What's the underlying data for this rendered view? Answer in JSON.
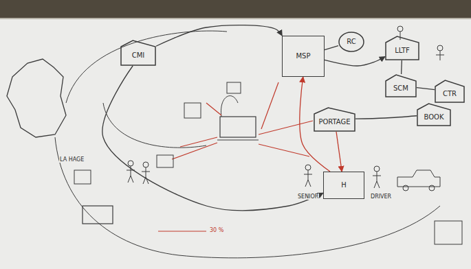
{
  "diagram": {
    "nodes": [
      {
        "text": [
          "CMI"
        ]
      },
      {
        "text": [
          "MSP"
        ]
      },
      {
        "text": [
          "RC"
        ]
      },
      {
        "text": [
          "LLTF"
        ]
      },
      {
        "text": [
          "SCM"
        ]
      },
      {
        "text": [
          "CTR"
        ]
      },
      {
        "text": [
          "PORTAGE"
        ]
      },
      {
        "text": [
          "BOOK"
        ]
      },
      {
        "text": [
          "H"
        ]
      }
    ],
    "edges": [
      {
        "from": 0,
        "to": 1,
        "arrow": "to"
      },
      {
        "from": 1,
        "to": 2,
        "arrow": "none"
      },
      {
        "from": 1,
        "to": 3,
        "arrow": "to"
      },
      {
        "from": 3,
        "to": 4,
        "arrow": "none"
      },
      {
        "from": 4,
        "to": 5,
        "arrow": "none"
      },
      {
        "from": 6,
        "to": 8,
        "arrow": "to"
      },
      {
        "from": 8,
        "to": 1,
        "arrow": "to"
      },
      {
        "from": 0,
        "to": 8,
        "arrow": "to"
      },
      {
        "from": 6,
        "to": 7,
        "arrow": "none"
      }
    ],
    "labels": [
      "LA HAGE",
      "SENIOR",
      "DRIVER",
      "30 %"
    ]
  }
}
